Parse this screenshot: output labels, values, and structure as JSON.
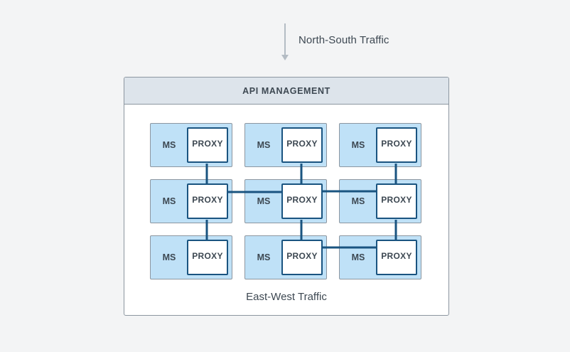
{
  "north_south_label": "North-South Traffic",
  "frame_title": "API MANAGEMENT",
  "east_west_label": "East-West Traffic",
  "cells": [
    {
      "ms": "MS",
      "proxy": "PROXY"
    },
    {
      "ms": "MS",
      "proxy": "PROXY"
    },
    {
      "ms": "MS",
      "proxy": "PROXY"
    },
    {
      "ms": "MS",
      "proxy": "PROXY"
    },
    {
      "ms": "MS",
      "proxy": "PROXY"
    },
    {
      "ms": "MS",
      "proxy": "PROXY"
    },
    {
      "ms": "MS",
      "proxy": "PROXY"
    },
    {
      "ms": "MS",
      "proxy": "PROXY"
    },
    {
      "ms": "MS",
      "proxy": "PROXY"
    }
  ],
  "colors": {
    "background": "#f3f4f5",
    "ms_fill": "#bfe1f7",
    "proxy_border": "#1a5480",
    "connector": "#1a5480",
    "header_fill": "#dde4eb",
    "arrow": "#b4bcc4"
  }
}
